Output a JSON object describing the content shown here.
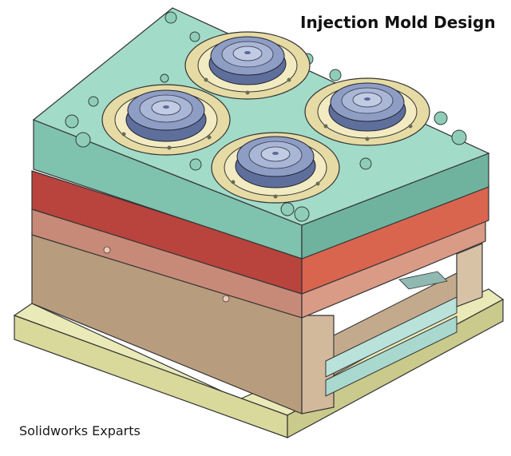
{
  "title": "Injection Mold Design",
  "credit": "Solidworks Exparts",
  "colors": {
    "base_plate": "#dfe0a6",
    "ejector_box": "#b79a7d",
    "ejector_retainer": "#c9826e",
    "b_plate": "#b8403a",
    "a_plate_top": "#9fd7c6",
    "a_plate_side": "#7fc2ad",
    "cavity_ring": "#e6dba4",
    "cavity_part": "#7f8fb8",
    "ejector_plates": "#a9d8cf"
  },
  "icons": {
    "mold": "mold-assembly-illustration"
  }
}
